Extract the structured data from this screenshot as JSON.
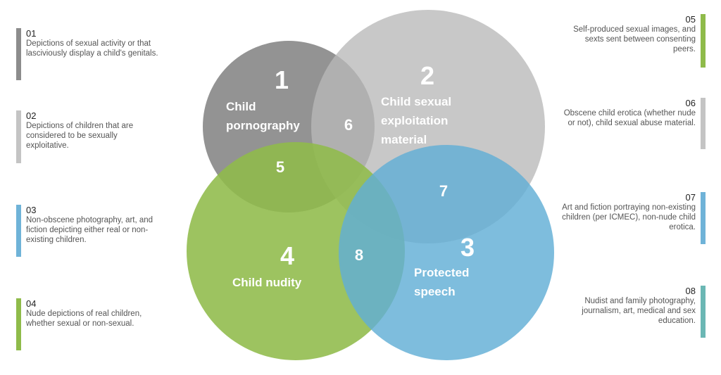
{
  "colors": {
    "gray_dark": "#8c8c8c",
    "gray_light": "#c4c4c4",
    "green": "#8fbb4a",
    "blue": "#6fb3d8",
    "teal": "#6bb7b4"
  },
  "notes": [
    {
      "num": "01",
      "text": "Depictions of sexual activity or that lasciviously display a child's genitals.",
      "color": "#8c8c8c"
    },
    {
      "num": "02",
      "text": "Depictions of children that are considered to be sexually exploitative.",
      "color": "#c4c4c4"
    },
    {
      "num": "03",
      "text": "Non-obscene photography, art, and fiction depicting either real or non-existing children.",
      "color": "#6fb3d8"
    },
    {
      "num": "04",
      "text": "Nude depictions of real children, whether sexual or non-sexual.",
      "color": "#8fbb4a"
    },
    {
      "num": "05",
      "text": "Self-produced sexual images, and sexts sent between consenting peers.",
      "color": "#8fbb4a"
    },
    {
      "num": "06",
      "text": "Obscene child erotica (whether nude or not), child sexual abuse material.",
      "color": "#c4c4c4"
    },
    {
      "num": "07",
      "text": "Art and fiction portraying non-existing children (per ICMEC), non-nude child erotica.",
      "color": "#6fb3d8"
    },
    {
      "num": "08",
      "text": "Nudist and family photography, journalism, art, medical and sex education.",
      "color": "#6bb7b4"
    }
  ],
  "circles": [
    {
      "number": "1",
      "label_lines": [
        "Child",
        "pornography"
      ]
    },
    {
      "number": "2",
      "label_lines": [
        "Child sexual",
        "exploitation",
        "material"
      ]
    },
    {
      "number": "3",
      "label_lines": [
        "Protected",
        "speech"
      ]
    },
    {
      "number": "4",
      "label_lines": [
        "Child nudity"
      ]
    }
  ],
  "overlaps": {
    "o5": "5",
    "o6": "6",
    "o7": "7",
    "o8": "8"
  }
}
